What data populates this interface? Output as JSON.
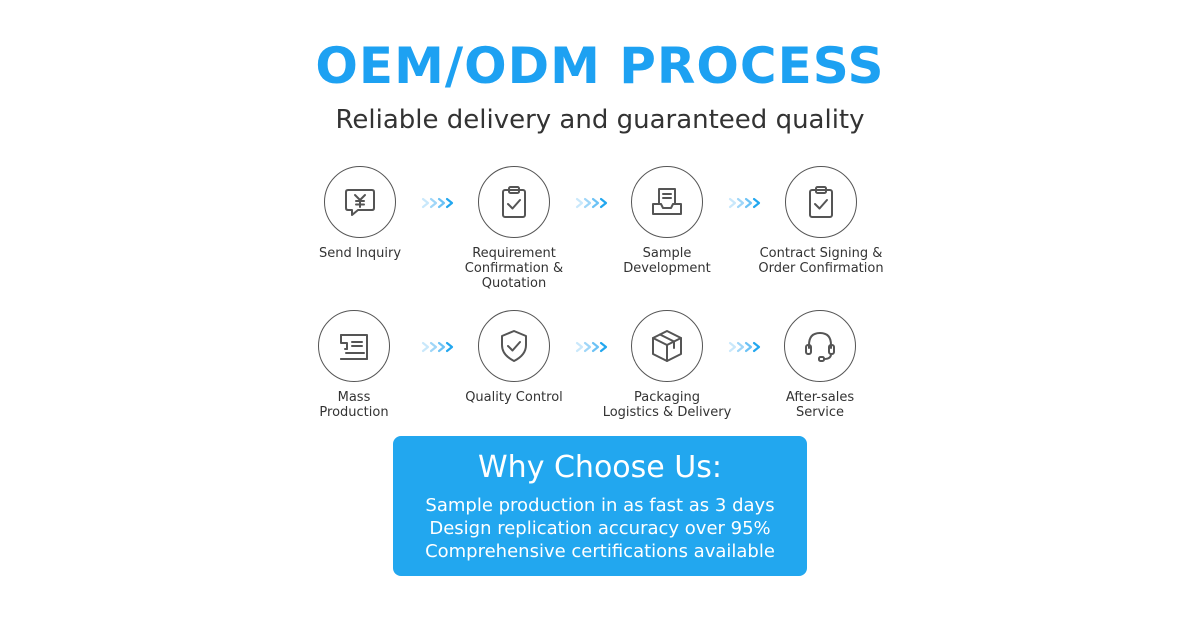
{
  "header": {
    "title": "OEM/ODM PROCESS",
    "subtitle": "Reliable delivery and guaranteed quality"
  },
  "colors": {
    "accent": "#1da1f2",
    "box": "#22a7ef",
    "icon_stroke": "#555555",
    "text": "#333333"
  },
  "process": {
    "row1": [
      {
        "label": "Send Inquiry",
        "icon": "yen-chat-bubble-icon"
      },
      {
        "label": "Requirement\nConfirmation &\nQuotation",
        "icon": "clipboard-check-icon"
      },
      {
        "label": "Sample\nDevelopment",
        "icon": "document-tray-icon"
      },
      {
        "label": "Contract Signing &\nOrder Confirmation",
        "icon": "clipboard-check-icon"
      }
    ],
    "row2": [
      {
        "label": "Mass\nProduction",
        "icon": "sewing-machine-icon"
      },
      {
        "label": "Quality Control",
        "icon": "shield-check-icon"
      },
      {
        "label": "Packaging\nLogistics & Delivery",
        "icon": "package-box-icon"
      },
      {
        "label": "After-sales\nService",
        "icon": "headset-icon"
      }
    ]
  },
  "why": {
    "title": "Why Choose Us:",
    "lines": [
      "Sample production in as fast as 3 days",
      "Design replication accuracy over 95%",
      "Comprehensive certifications available"
    ]
  }
}
